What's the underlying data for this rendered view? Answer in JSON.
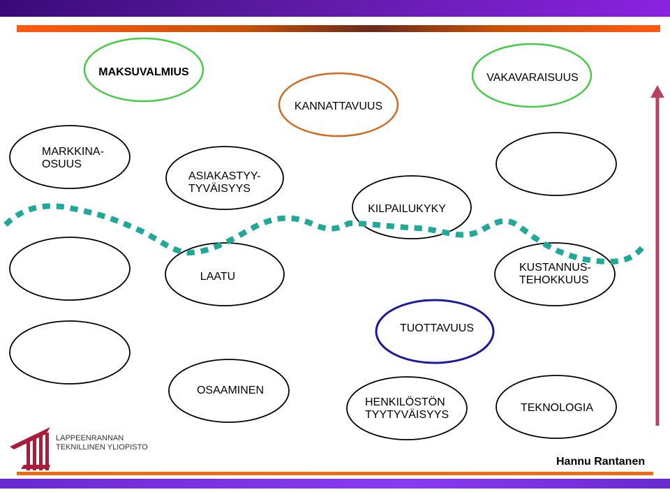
{
  "colors": {
    "ellipse_default": "#000000",
    "ellipse_green": "#44cc44",
    "ellipse_orange": "#d2691e",
    "ellipse_blue": "#1a1aa0",
    "wave": "#20a898",
    "arrow": "#b84060"
  },
  "nodes": {
    "maksuvalmius": "MAKSUVALMIUS",
    "kannattavuus": "KANNATTAVUUS",
    "vakavaraisuus": "VAKAVARAISUUS",
    "markkinaosuus": "MARKKINA-\nOSUUS",
    "asiakastyytyvaisyys": "ASIAKASTYY-\nTYVÄISYYS",
    "kilpailukyky": "KILPAILUKYKY",
    "laatu": "LAATU",
    "kustannustehokkuus": "KUSTANNUS-\nTEHOKKUUS",
    "tuottavuus": "TUOTTAVUUS",
    "osaaminen": "OSAAMINEN",
    "henkilostontyytyvaisyys": "HENKILÖSTÖN\nTYYTYVÄISYYS",
    "teknologia": "TEKNOLOGIA"
  },
  "logo": {
    "line1": "LAPPEENRANNAN",
    "line2": "TEKNILLINEN YLIOPISTO",
    "icon": "university-logo-icon"
  },
  "footer": {
    "author": "Hannu Rantanen"
  }
}
